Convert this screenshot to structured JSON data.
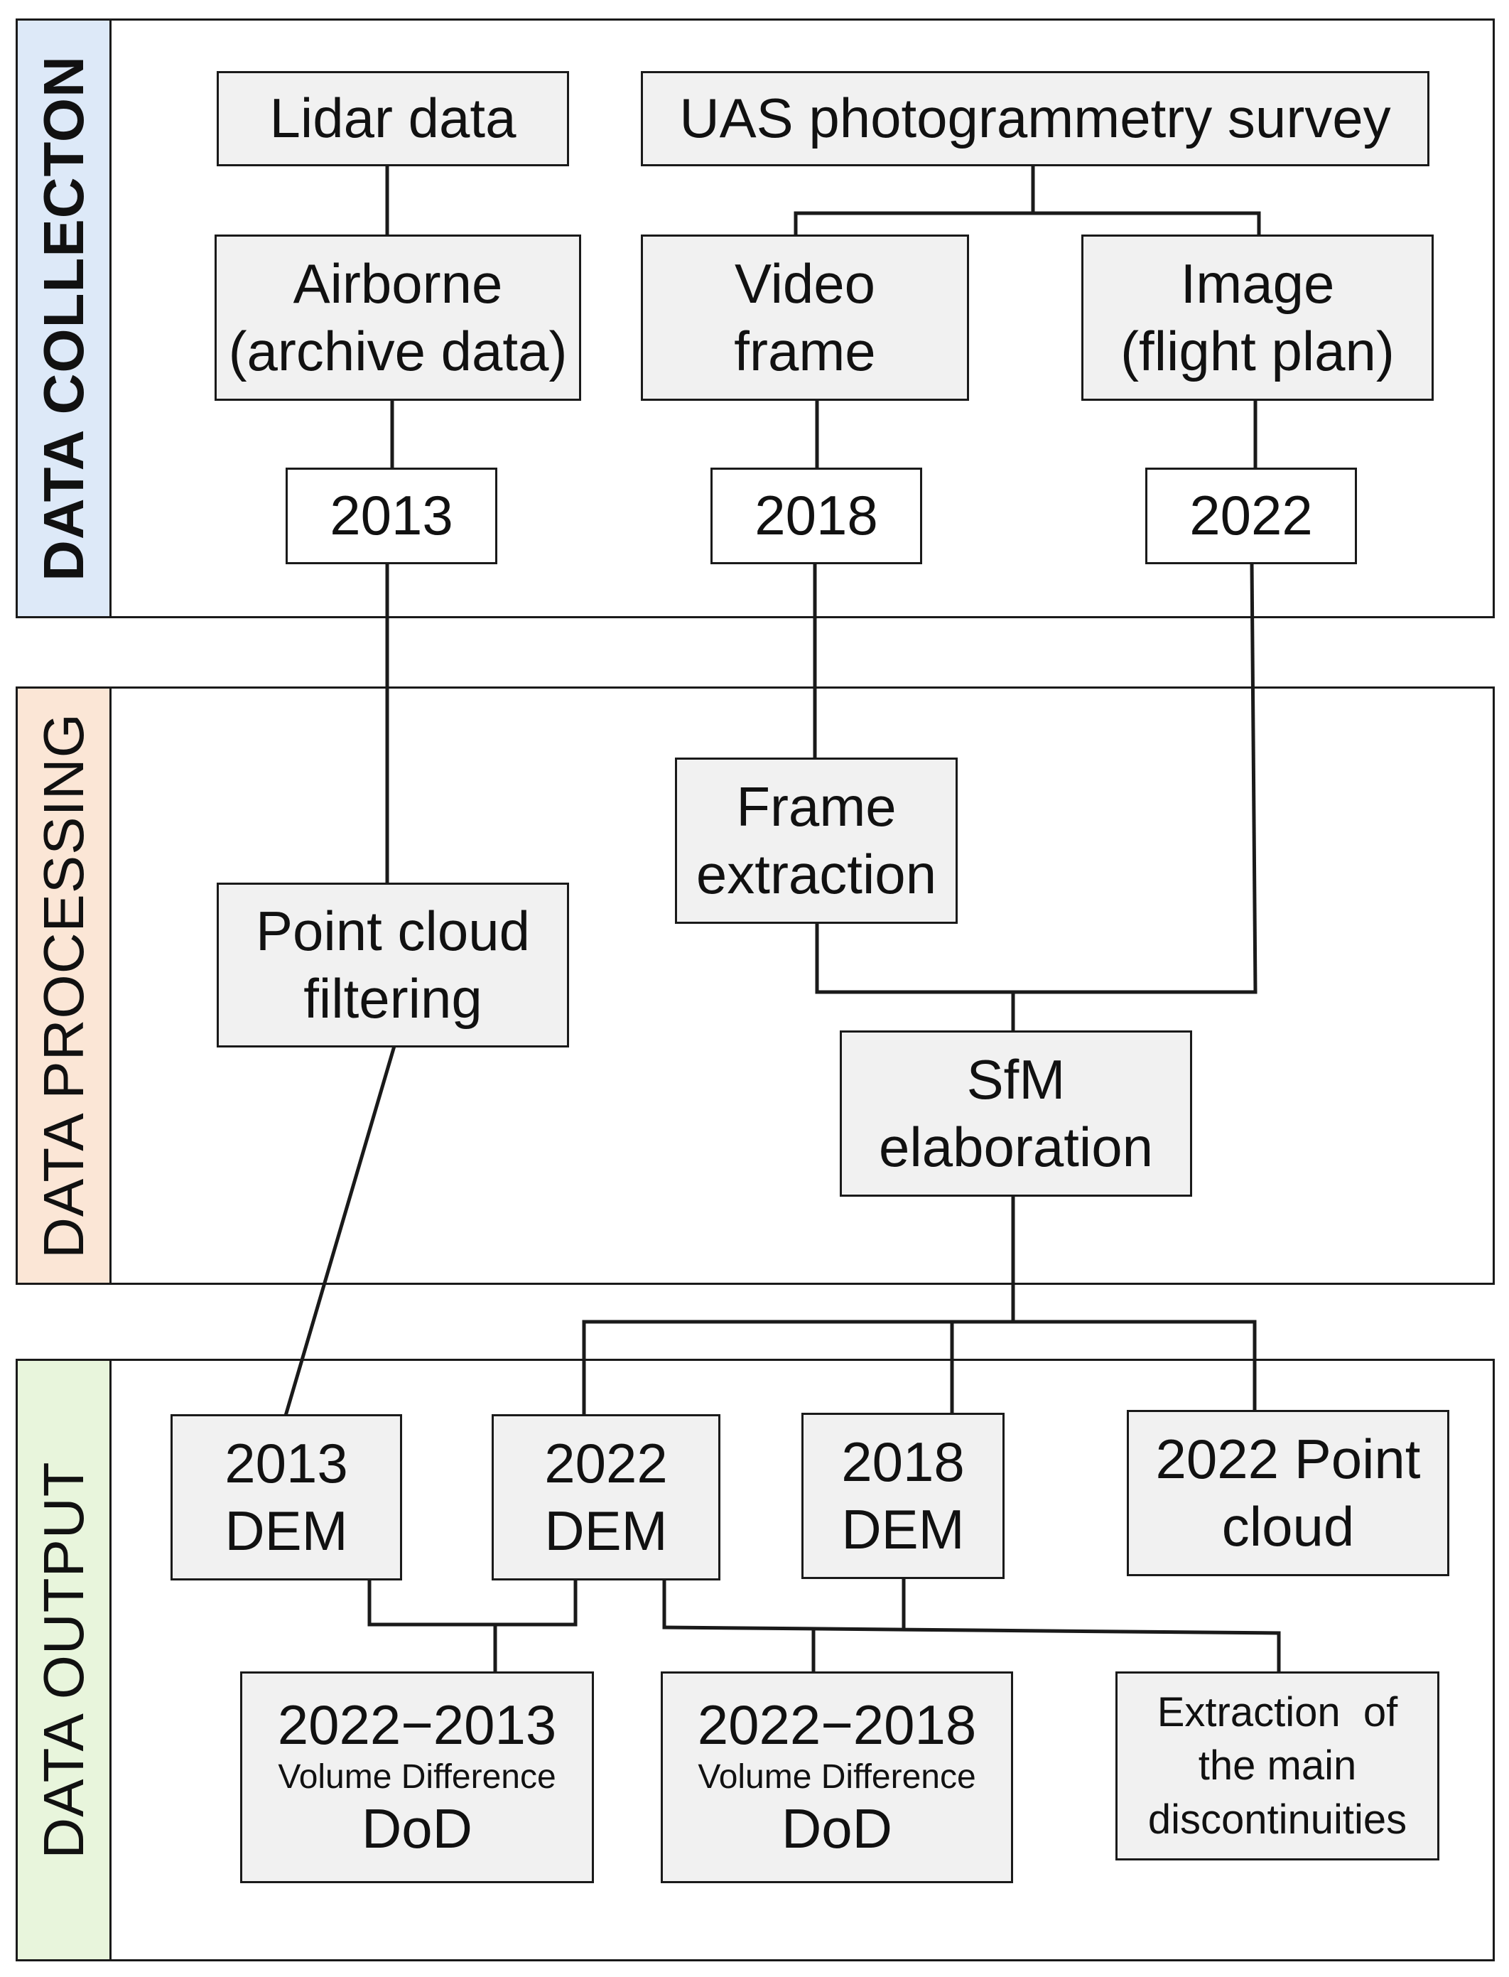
{
  "panels": {
    "collection": {
      "label": "DATA COLLECTON",
      "color": "#dde9f8"
    },
    "processing": {
      "label": "DATA PROCESSING",
      "color": "#fbe6d6"
    },
    "output": {
      "label": "DATA OUTPUT",
      "color": "#e8f5dc"
    }
  },
  "nodes": {
    "lidar": "Lidar data",
    "uas": "UAS photogrammetry survey",
    "airborne": [
      "Airborne",
      "(archive data)"
    ],
    "video": [
      "Video",
      "frame"
    ],
    "image": [
      "Image",
      "(flight plan)"
    ],
    "year2013": "2013",
    "year2018": "2018",
    "year2022": "2022",
    "frame_extraction": [
      "Frame",
      "extraction"
    ],
    "point_cloud_filtering": [
      "Point cloud",
      "filtering"
    ],
    "sfm": [
      "SfM",
      "elaboration"
    ],
    "dem2013": [
      "2013",
      "DEM"
    ],
    "dem2022": [
      "2022",
      "DEM"
    ],
    "dem2018": [
      "2018",
      "DEM"
    ],
    "pointcloud2022": [
      "2022 Point",
      "cloud"
    ],
    "dod_2022_2013": {
      "title": "2022−2013",
      "sub": "Volume Difference",
      "name": "DoD"
    },
    "dod_2022_2018": {
      "title": "2022−2018",
      "sub": "Volume Difference",
      "name": "DoD"
    },
    "discontinuities": [
      "Extraction  of",
      "the main",
      "discontinuities"
    ]
  }
}
